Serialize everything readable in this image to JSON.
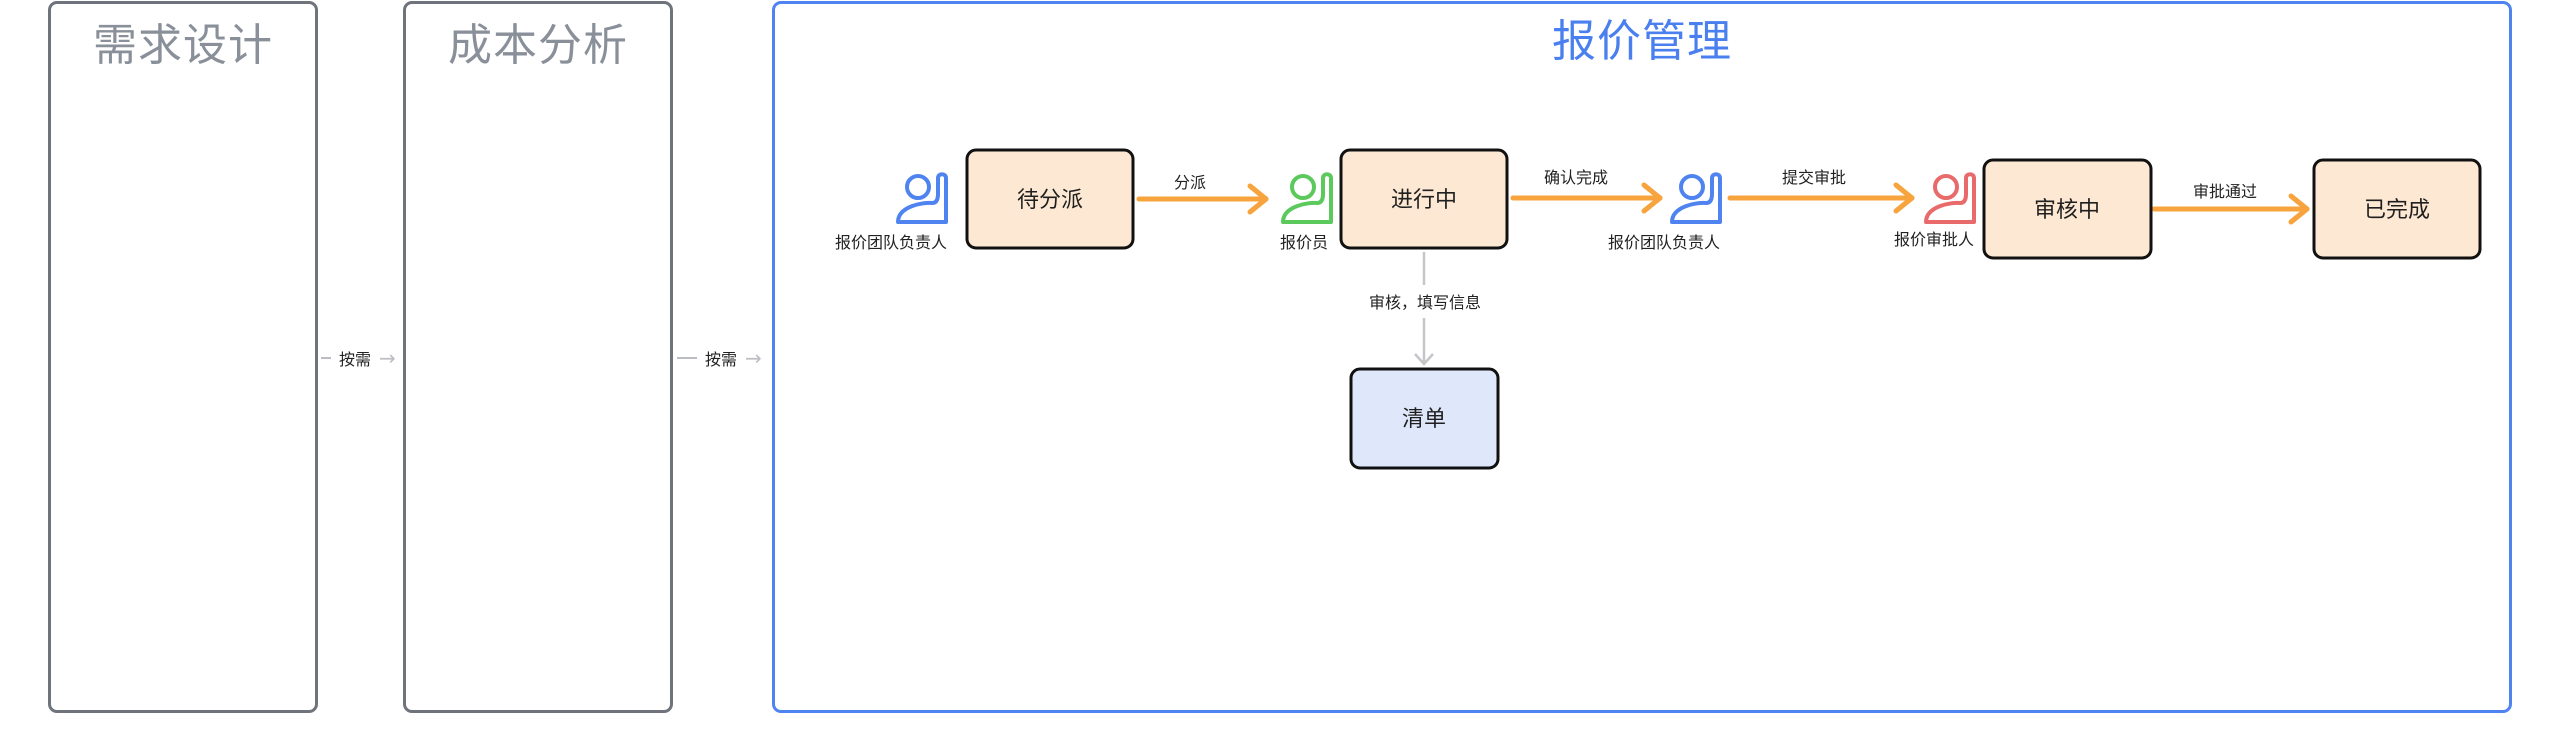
{
  "lanes": [
    {
      "title": "需求设计",
      "color": "#6e737c",
      "title_color": "#8a9099"
    },
    {
      "title": "成本分析",
      "color": "#6e737c",
      "title_color": "#8a9099"
    },
    {
      "title": "报价管理",
      "color": "#4f84f0",
      "title_color": "#4a7ff0"
    }
  ],
  "lane_connectors": [
    {
      "label": "按需",
      "from": "需求设计",
      "to": "成本分析"
    },
    {
      "label": "按需",
      "from": "成本分析",
      "to": "报价管理"
    }
  ],
  "nodes": [
    {
      "id": "pending",
      "label": "待分派",
      "fill": "#fde9d3"
    },
    {
      "id": "in_progress",
      "label": "进行中",
      "fill": "#fde9d3"
    },
    {
      "id": "reviewing",
      "label": "审核中",
      "fill": "#fde9d3"
    },
    {
      "id": "done",
      "label": "已完成",
      "fill": "#fde9d3"
    },
    {
      "id": "list",
      "label": "清单",
      "fill": "#dfe8fb"
    }
  ],
  "roles": [
    {
      "label": "报价团队负责人",
      "icon": "person-icon",
      "color": "#4f84f0"
    },
    {
      "label": "报价员",
      "icon": "person-icon",
      "color": "#5cc95c"
    },
    {
      "label": "报价团队负责人",
      "icon": "person-icon",
      "color": "#4f84f0"
    },
    {
      "label": "报价审批人",
      "icon": "person-icon",
      "color": "#e86a6a"
    }
  ],
  "edges": [
    {
      "label": "分派",
      "from": "pending",
      "to": "in_progress",
      "color": "#f7a33e"
    },
    {
      "label": "确认完成",
      "from": "in_progress",
      "to": "报价团队负责人",
      "color": "#f7a33e"
    },
    {
      "label": "提交审批",
      "from": "报价团队负责人",
      "to": "reviewing",
      "color": "#f7a33e"
    },
    {
      "label": "审批通过",
      "from": "reviewing",
      "to": "done",
      "color": "#f7a33e"
    },
    {
      "label": "审核，填写信息",
      "from": "in_progress",
      "to": "list",
      "color": "#c4c6ca"
    }
  ]
}
